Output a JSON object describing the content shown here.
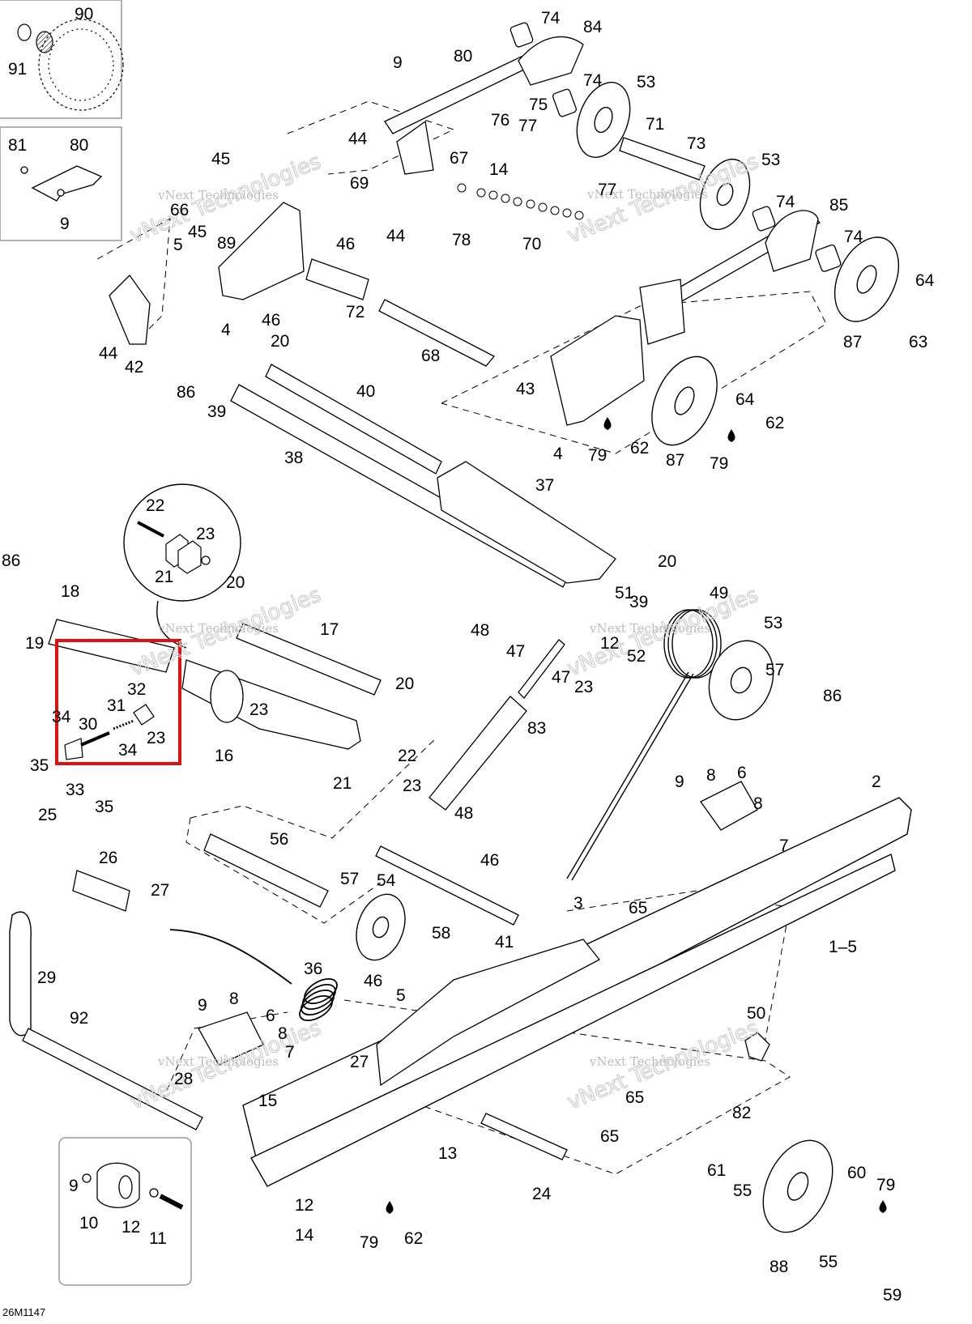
{
  "diagram": {
    "code": "26M1147",
    "watermark_small": "vNext Technologies",
    "watermark_big": "vNext Technologies",
    "highlight_color": "#e01010",
    "line_color": "#000000"
  },
  "callouts": {
    "c90": "90",
    "c91": "91",
    "c81": "81",
    "c80a": "80",
    "c9a": "9",
    "c74a": "74",
    "c84": "84",
    "c80": "80",
    "c9b": "9",
    "c74b": "74",
    "c53a": "53",
    "c75": "75",
    "c44a": "44",
    "c76": "76",
    "c77a": "77",
    "c71": "71",
    "c73": "73",
    "c67": "67",
    "c14a": "14",
    "c53b": "53",
    "c45a": "45",
    "c69": "69",
    "c77b": "77",
    "c74c": "74",
    "c85": "85",
    "c66": "66",
    "c45b": "45",
    "c89": "89",
    "c46a": "46",
    "c44b": "44",
    "c78": "78",
    "c70": "70",
    "c74d": "74",
    "c64a": "64",
    "c5a": "5",
    "c72": "72",
    "c46b": "46",
    "c4a": "4",
    "c44c": "44",
    "c42": "42",
    "c20a": "20",
    "c68": "68",
    "c87a": "87",
    "c63": "63",
    "c86a": "86",
    "c40": "40",
    "c39a": "39",
    "c43": "43",
    "c64b": "64",
    "c62a": "62",
    "c4b": "4",
    "c79a": "79",
    "c62b": "62",
    "c87b": "87",
    "c79b": "79",
    "c38": "38",
    "c37": "37",
    "c22a": "22",
    "c23a": "23",
    "c21a": "21",
    "c86b": "86",
    "c20b": "20",
    "c20c": "20",
    "c18": "18",
    "c51": "51",
    "c49": "49",
    "c39b": "39",
    "c19": "19",
    "c17": "17",
    "c48a": "48",
    "c47a": "47",
    "c12a": "12",
    "c53c": "53",
    "c52": "52",
    "c57a": "57",
    "c47b": "47",
    "c23b": "23",
    "c86c": "86",
    "c20d": "20",
    "c32": "32",
    "c31": "31",
    "c34a": "34",
    "c30": "30",
    "c23c": "23",
    "c23d": "23",
    "c83": "83",
    "c34b": "34",
    "c35a": "35",
    "c16": "16",
    "c22b": "22",
    "c21b": "21",
    "c33": "33",
    "c35b": "35",
    "c23e": "23",
    "c2": "2",
    "c9c": "9",
    "c8a": "8",
    "c6a": "6",
    "c8b": "8",
    "c48b": "48",
    "c25": "25",
    "c7a": "7",
    "c56": "56",
    "c46c": "46",
    "c26": "26",
    "c57b": "57",
    "c54": "54",
    "c3": "3",
    "c65a": "65",
    "c27a": "27",
    "c58": "58",
    "c41": "41",
    "c1_5": "1–5",
    "c29": "29",
    "c36": "36",
    "c46d": "46",
    "c5b": "5",
    "c9d": "9",
    "c8c": "8",
    "c6b": "6",
    "c8d": "8",
    "c50": "50",
    "c92": "92",
    "c27b": "27",
    "c7b": "7",
    "c28": "28",
    "c65b": "65",
    "c15": "15",
    "c82": "82",
    "c13": "13",
    "c65c": "65",
    "c61": "61",
    "c55a": "55",
    "c24": "24",
    "c60": "60",
    "c79c": "79",
    "c9e": "9",
    "c12b": "12",
    "c14b": "14",
    "c10": "10",
    "c12c": "12",
    "c11": "11",
    "c79d": "79",
    "c62c": "62",
    "c88": "88",
    "c55b": "55",
    "c59": "59"
  }
}
